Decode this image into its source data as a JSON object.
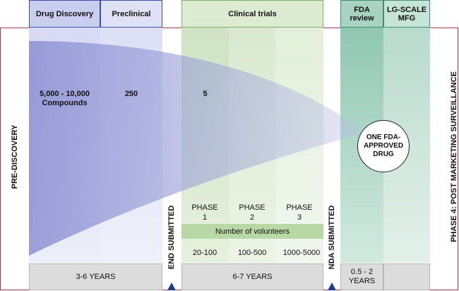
{
  "headers": {
    "drug_discovery": "Drug Discovery",
    "preclinical": "Preclinical",
    "clinical_trials": "Clinical trials",
    "fda_review": "FDA\nreview",
    "lg_scale": "LG-SCALE\nMFG"
  },
  "side_labels": {
    "pre_discovery": "PRE-DISCOVERY",
    "phase4": "PHASE 4: POST MARKETING SURVEILLANCE",
    "end_submitted": "END SUBMITTED",
    "nda_submitted": "NDA SUBMITTED"
  },
  "counts": {
    "discovery": "5,000 - 10,000\nCompounds",
    "preclinical": "250",
    "clinical": "5"
  },
  "result_circle": "ONE FDA-\nAPPROVED\nDRUG",
  "phases": [
    {
      "label": "PHASE\n1",
      "volunteers": "20-100"
    },
    {
      "label": "PHASE\n2",
      "volunteers": "100-500"
    },
    {
      "label": "PHASE\n3",
      "volunteers": "1000-5000"
    }
  ],
  "volunteers_label": "Number of volunteers",
  "durations": {
    "discovery_preclinical": "3-6 YEARS",
    "clinical": "6-7 YEARS",
    "fda": "0.5 - 2\nYEARS"
  },
  "colors": {
    "outer_border": "#9a3a4e",
    "discovery_fill": "#c9cdee",
    "discovery_border": "#3c4fa8",
    "clinical_fill": "#dcebd2",
    "clinical_border": "#7fb06a",
    "fda_fill": "#a8d2c2",
    "funnel": "#8c8fd4",
    "marker": "#1f3f8c"
  }
}
